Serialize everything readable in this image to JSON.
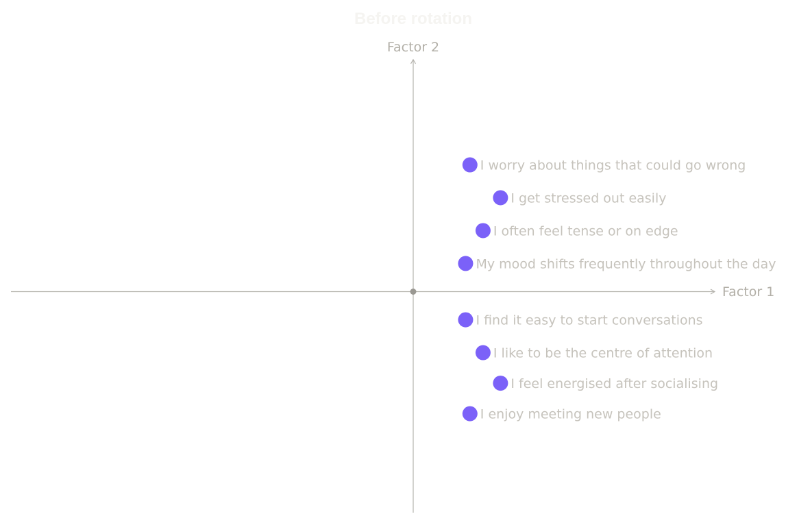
{
  "chart_data": {
    "type": "scatter",
    "title": "Before rotation",
    "xlabel": "Factor 1",
    "ylabel": "Factor 2",
    "xlim": [
      -0.9,
      0.67
    ],
    "ylim": [
      -0.5,
      0.5
    ],
    "grid": false,
    "point_color": "#7b61f8",
    "points": [
      {
        "label": "I worry about things that could go wrong",
        "x": 0.13,
        "y": 0.27
      },
      {
        "label": "I get stressed out easily",
        "x": 0.2,
        "y": 0.2
      },
      {
        "label": "I often feel tense or on edge",
        "x": 0.16,
        "y": 0.13
      },
      {
        "label": "My mood shifts frequently throughout the day",
        "x": 0.12,
        "y": 0.06
      },
      {
        "label": "I find it easy to start conversations",
        "x": 0.12,
        "y": -0.06
      },
      {
        "label": "I like to be the centre of attention",
        "x": 0.16,
        "y": -0.13
      },
      {
        "label": "I feel energised after socialising",
        "x": 0.2,
        "y": -0.195
      },
      {
        "label": "I enjoy meeting new people",
        "x": 0.13,
        "y": -0.26
      }
    ]
  }
}
